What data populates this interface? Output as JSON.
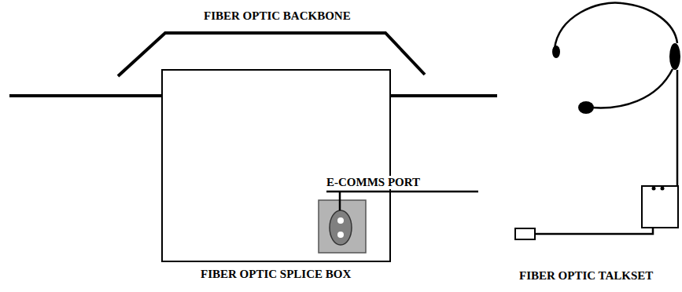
{
  "diagram": {
    "nodes": [
      {
        "text": [
          "FIBER OPTIC SPLICE BOX"
        ]
      }
    ],
    "labels": [
      "FIBER OPTIC BACKBONE",
      "E-COMMS PORT",
      "FIBER OPTIC TALKSET"
    ]
  }
}
